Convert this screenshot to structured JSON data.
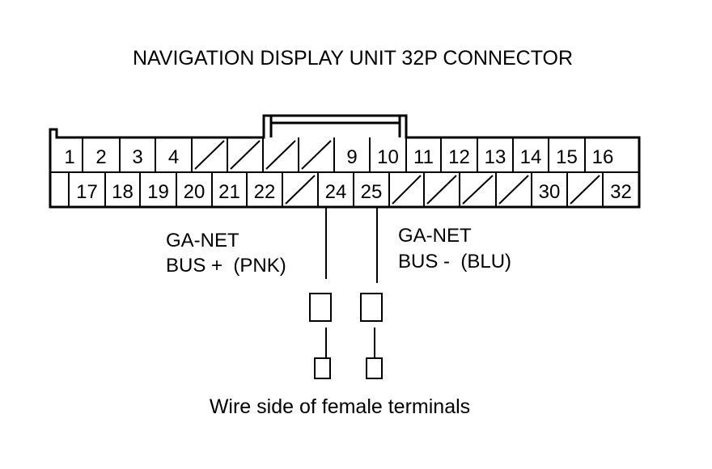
{
  "title": "NAVIGATION DISPLAY UNIT 32P CONNECTOR",
  "connector": {
    "top_row": [
      "1",
      "2",
      "3",
      "4",
      "",
      "",
      "",
      "",
      "9",
      "10",
      "11",
      "12",
      "13",
      "14",
      "15",
      "16"
    ],
    "bottom_row": [
      "17",
      "18",
      "19",
      "20",
      "21",
      "22",
      "",
      "24",
      "25",
      "",
      "",
      "",
      "",
      "30",
      "",
      "32"
    ],
    "unused_pins": [
      "5",
      "6",
      "7",
      "8",
      "23",
      "26",
      "27",
      "28",
      "29",
      "31"
    ]
  },
  "signals": [
    {
      "pin": "24",
      "line1": "GA-NET",
      "line2": "BUS +  (PNK)"
    },
    {
      "pin": "25",
      "line1": "GA-NET",
      "line2": "BUS -  (BLU)"
    }
  ],
  "caption": "Wire side of female terminals",
  "colors": {
    "ink": "#000000",
    "background": "#ffffff"
  }
}
